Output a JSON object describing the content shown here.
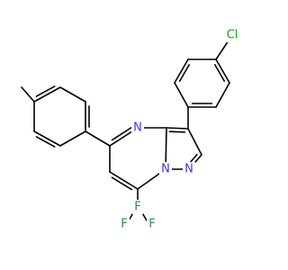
{
  "colors": {
    "background": "#ffffff",
    "carbon_bond": "#000000",
    "nitrogen": "#3b3bd6",
    "chlorine": "#1f9a1f",
    "fluorine": "#2e8b3e"
  },
  "atoms": {
    "cl": "Cl",
    "n_pyrimidine": "N",
    "n_bridge": "N",
    "n_pyrazole": "N",
    "f1": "F",
    "f2": "F",
    "f3": "F"
  }
}
